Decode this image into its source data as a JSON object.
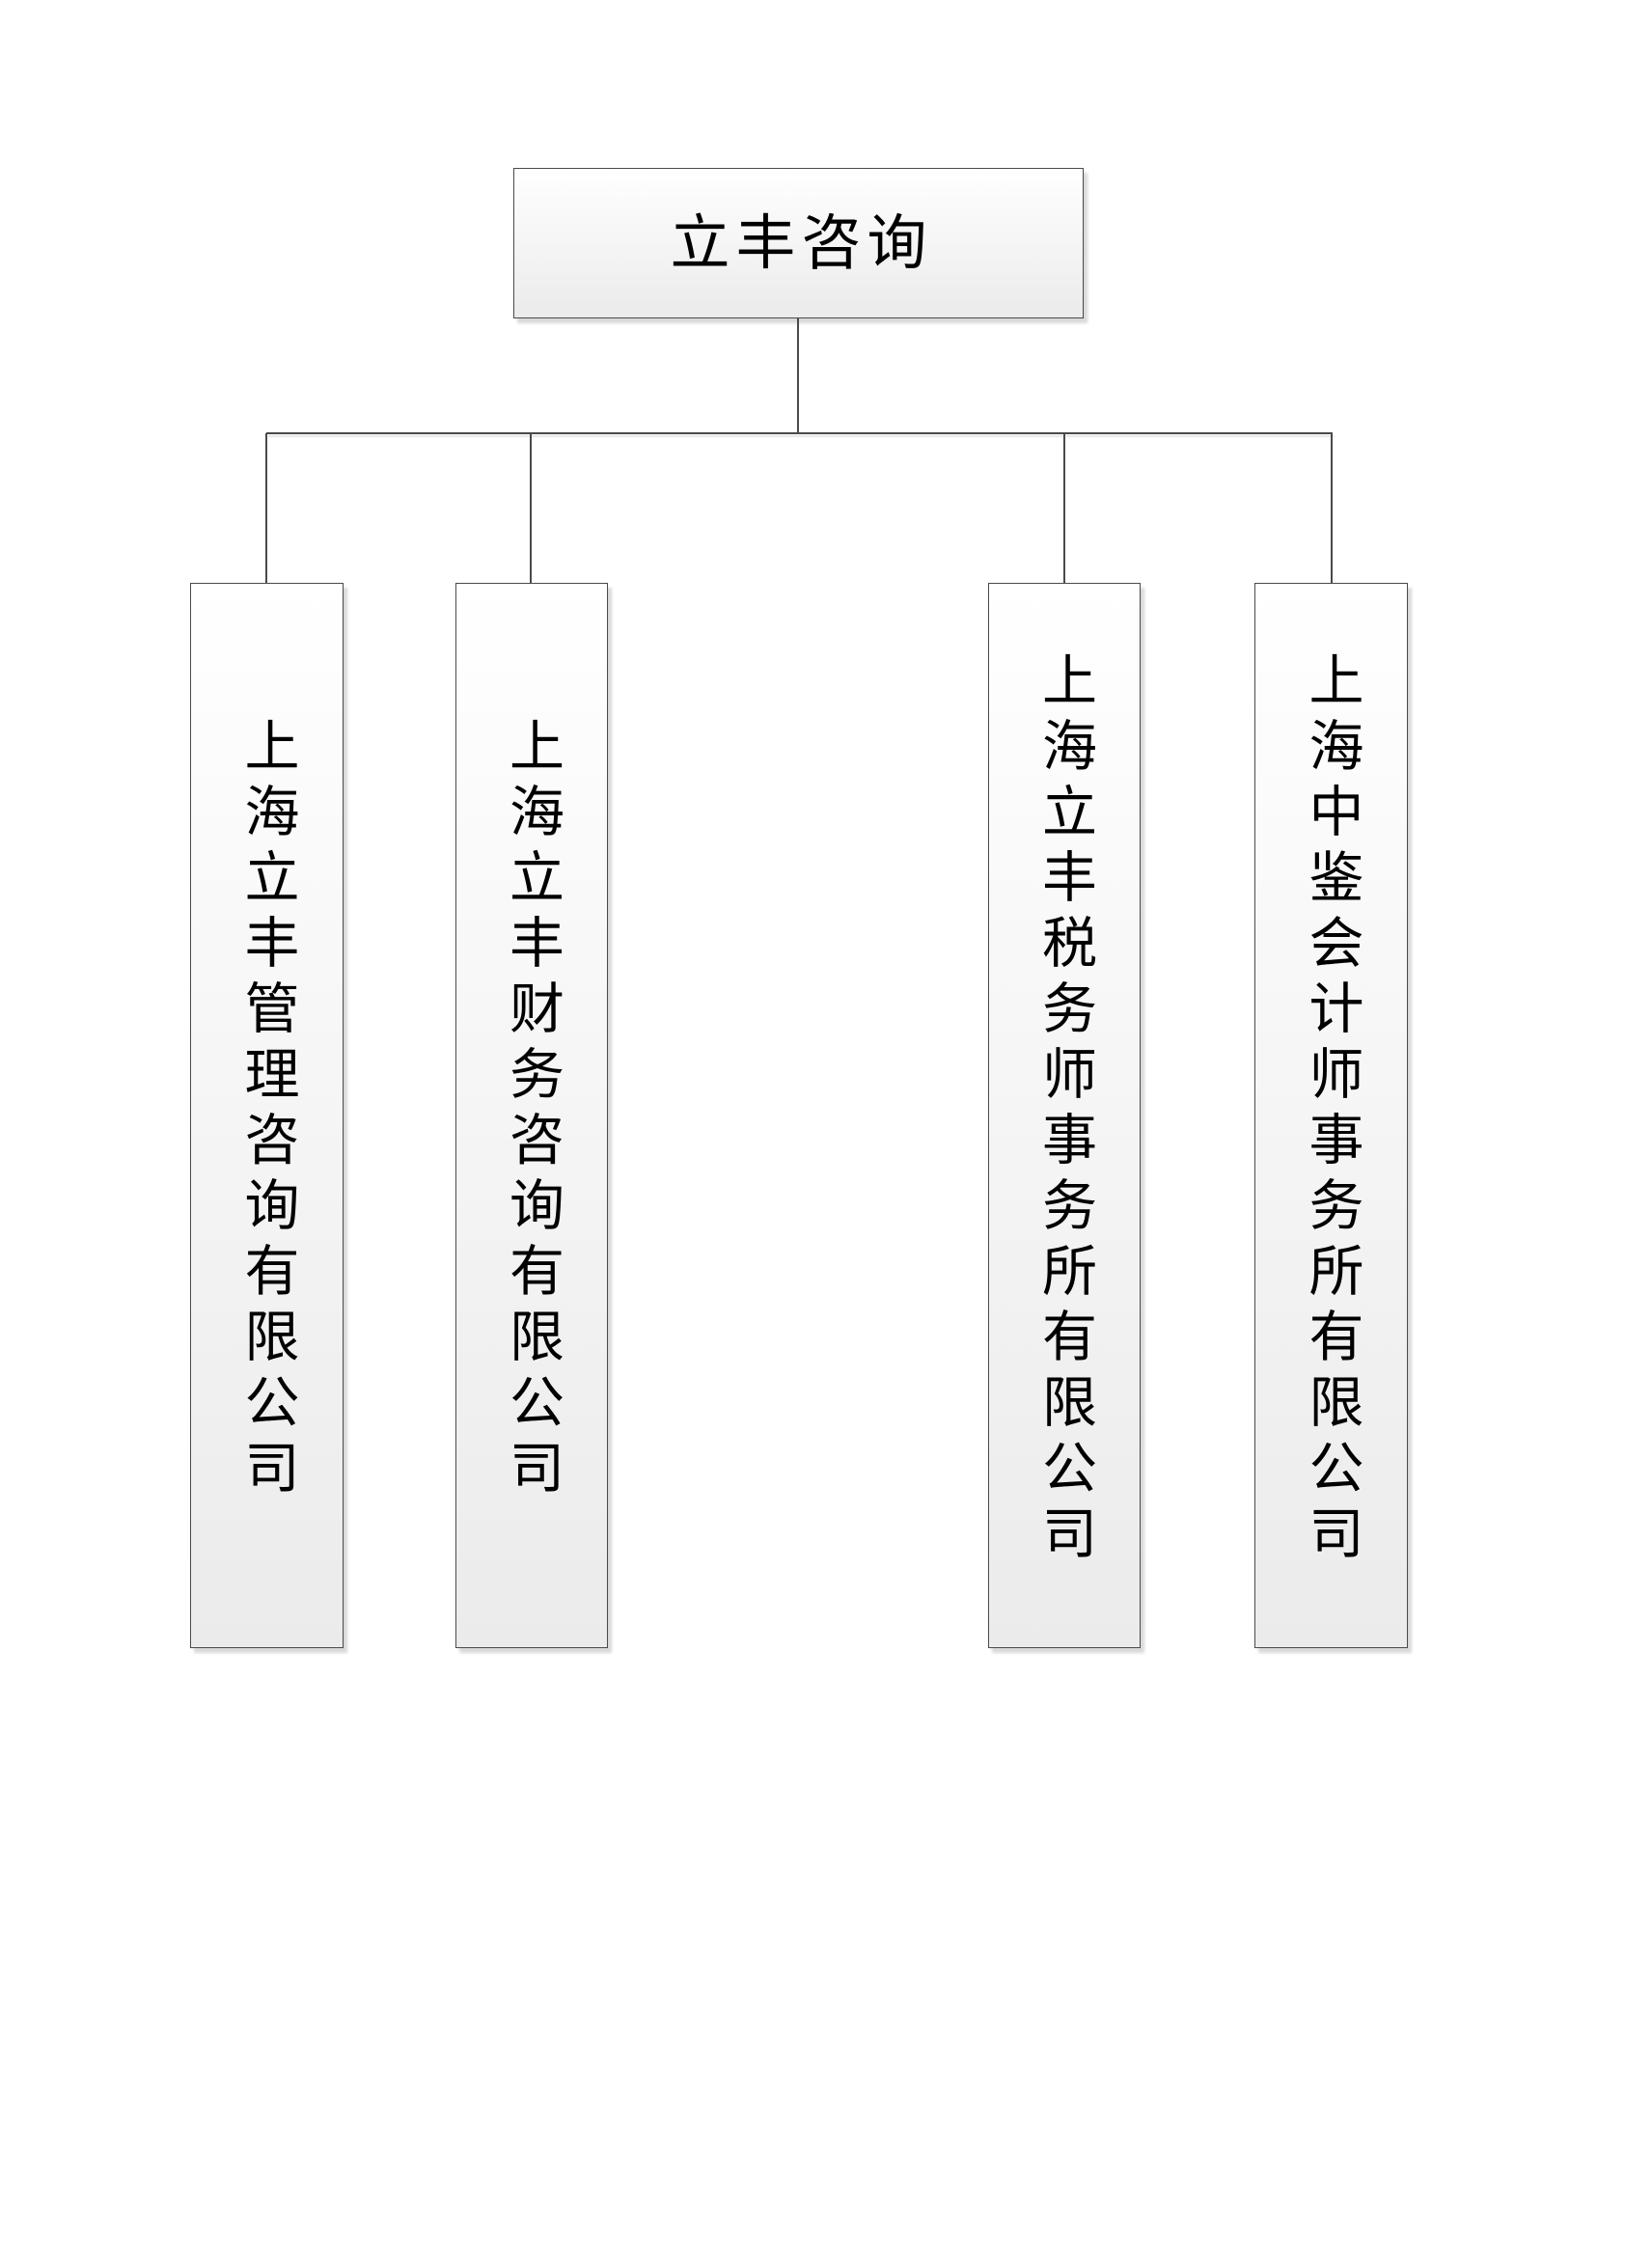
{
  "theme": {
    "box_fill_top": "#ffffff",
    "box_fill_bottom": "#ebebeb",
    "box_border": "#4a4a4a",
    "line_color": "#4a4a4a",
    "shadow_color": "#d9d9d9",
    "text_color": "#000000",
    "page_bg": "#ffffff"
  },
  "org_chart": {
    "type": "organization-hierarchy",
    "root": {
      "label": "立丰咨询"
    },
    "subsidiaries": [
      {
        "label": "上海立丰管理咨询有限公司"
      },
      {
        "label": "上海立丰财务咨询有限公司"
      },
      {
        "label": "上海立丰税务师事务所有限公司"
      },
      {
        "label": "上海中鉴会计师事务所有限公司"
      }
    ]
  }
}
